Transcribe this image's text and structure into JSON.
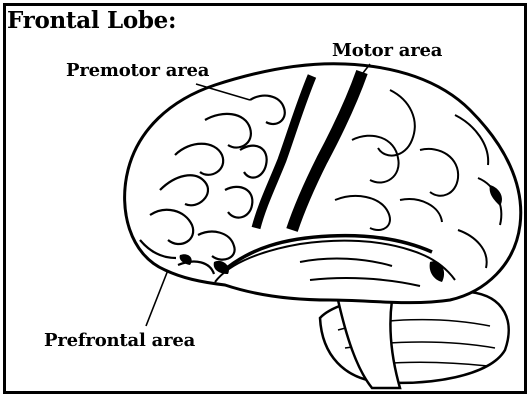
{
  "title": "Frontal Lobe:",
  "labels": {
    "motor": "Motor area",
    "premotor": "Premotor area",
    "prefrontal": "Prefrontal area"
  }
}
